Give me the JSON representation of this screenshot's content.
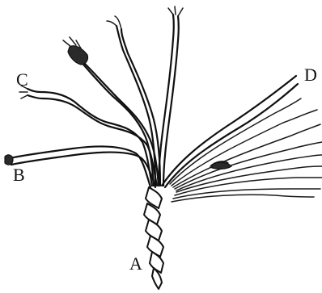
{
  "figure": {
    "labels": {
      "a": "A",
      "b": "B",
      "c": "C",
      "d": "D"
    }
  }
}
